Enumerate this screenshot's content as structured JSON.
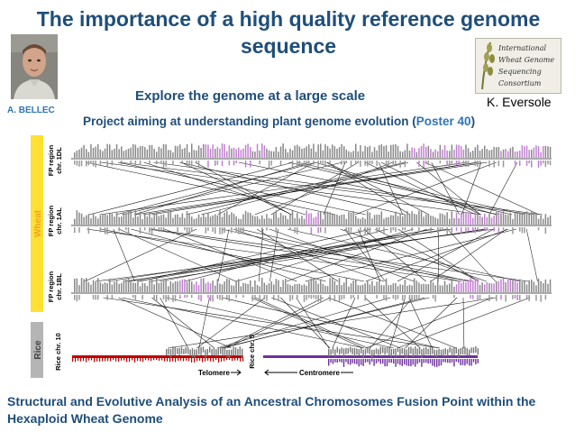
{
  "slide": {
    "title": "The importance of a high quality reference genome sequence",
    "subtitle": "Explore the genome at a large scale",
    "project_prefix": "Project aiming at understanding plant genome evolution (",
    "project_poster": "Poster 40",
    "project_suffix": ")",
    "presenter_left": "A. BELLEC",
    "presenter_right": "K. Eversole",
    "footer": "Structural and Evolutive Analysis of an Ancestral Chromosomes Fusion Point within the Hexaploid Wheat Genome"
  },
  "logo": {
    "lines": [
      "International",
      "Wheat Genome",
      "Sequencing",
      "Consortium"
    ]
  },
  "diagram": {
    "species_wheat": "Wheat",
    "species_rice": "Rice",
    "track_1dl": [
      "FP region",
      "chr. 1DL"
    ],
    "track_1al": [
      "FP region",
      "chr. 1AL"
    ],
    "track_1bl": [
      "FP region",
      "chr. 1BL"
    ],
    "rice_chr10": "Rice chr. 10",
    "rice_chr5": "Rice chr. 5",
    "telomere": "Telomere",
    "centromere": "Centromere"
  },
  "colors": {
    "title": "#1f4e79",
    "accent": "#2e75b6",
    "wheat_band": "#ffe033",
    "wheat_text": "#f0a21c",
    "rice_band": "#b5b5b5",
    "rice_text": "#444444",
    "rice10_line": "#c00000",
    "rice5_line": "#7030a0"
  }
}
